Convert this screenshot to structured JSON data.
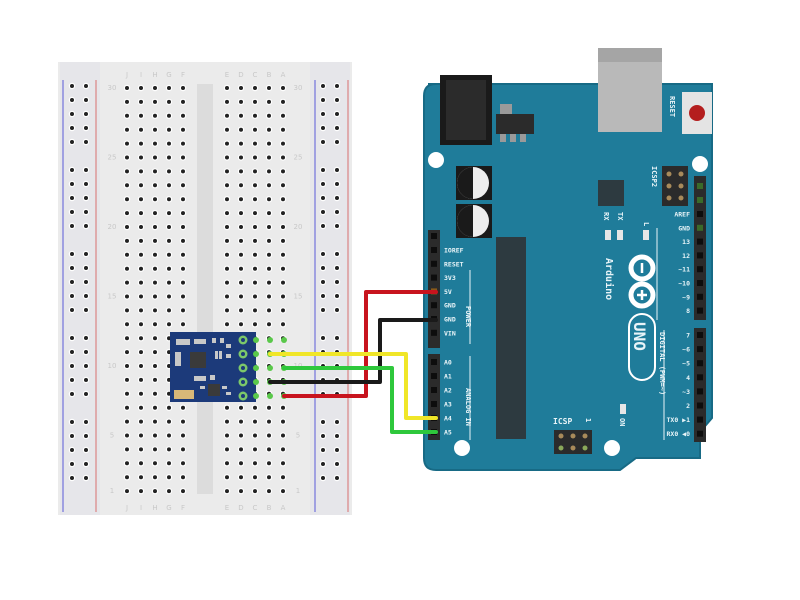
{
  "diagram": {
    "title": "Sensor module wired to Arduino UNO via I2C",
    "colors": {
      "board": "#1f7c9a",
      "board_edge": "#176a85",
      "breadboard": "#ebebeb",
      "rail_blue": "#5a5ad8",
      "rail_red": "#d87070",
      "wire_red": "#c8141e",
      "wire_black": "#1a1a1a",
      "wire_yellow": "#f0e628",
      "wire_green": "#2ec83c",
      "module": "#1c3a7a"
    },
    "breadboard": {
      "row_numbers": [
        "30",
        "25",
        "20",
        "15",
        "10",
        "5",
        "1"
      ],
      "top_letters_left": [
        "J",
        "I",
        "H",
        "G",
        "F"
      ],
      "top_letters_right": [
        "E",
        "D",
        "C",
        "B",
        "A"
      ]
    },
    "arduino": {
      "brand": "Arduino",
      "model": "UNO",
      "reset_label": "RESET",
      "icsp2_label": "ICSP2",
      "icsp_label": "ICSP",
      "icsp_pin1": "1",
      "on_label": "ON",
      "led_labels": [
        "RX",
        "TX",
        "L"
      ],
      "power_label": "POWER",
      "analog_label": "ANALOG IN",
      "digital_label": "DIGITAL (PWM=~)",
      "power_pins": [
        "IOREF",
        "RESET",
        "3V3",
        "5V",
        "GND",
        "GND",
        "VIN"
      ],
      "analog_pins": [
        "A0",
        "A1",
        "A2",
        "A3",
        "A4",
        "A5"
      ],
      "digital_pins_top": [
        "AREF",
        "GND",
        "13",
        "12",
        "~11",
        "~10",
        "~9",
        "8"
      ],
      "digital_pins_bottom": [
        "7",
        "~6",
        "~5",
        "4",
        "~3",
        "2",
        "TX0 ▶1",
        "RX0 ◀0"
      ]
    },
    "wires": [
      {
        "name": "vcc",
        "color": "red",
        "from": "module-pin-5",
        "to": "5V"
      },
      {
        "name": "gnd",
        "color": "black",
        "from": "module-pin-4",
        "to": "GND"
      },
      {
        "name": "sda",
        "color": "yellow",
        "from": "module-pin-2",
        "to": "A4"
      },
      {
        "name": "scl",
        "color": "green",
        "from": "module-pin-3",
        "to": "A5"
      }
    ]
  }
}
